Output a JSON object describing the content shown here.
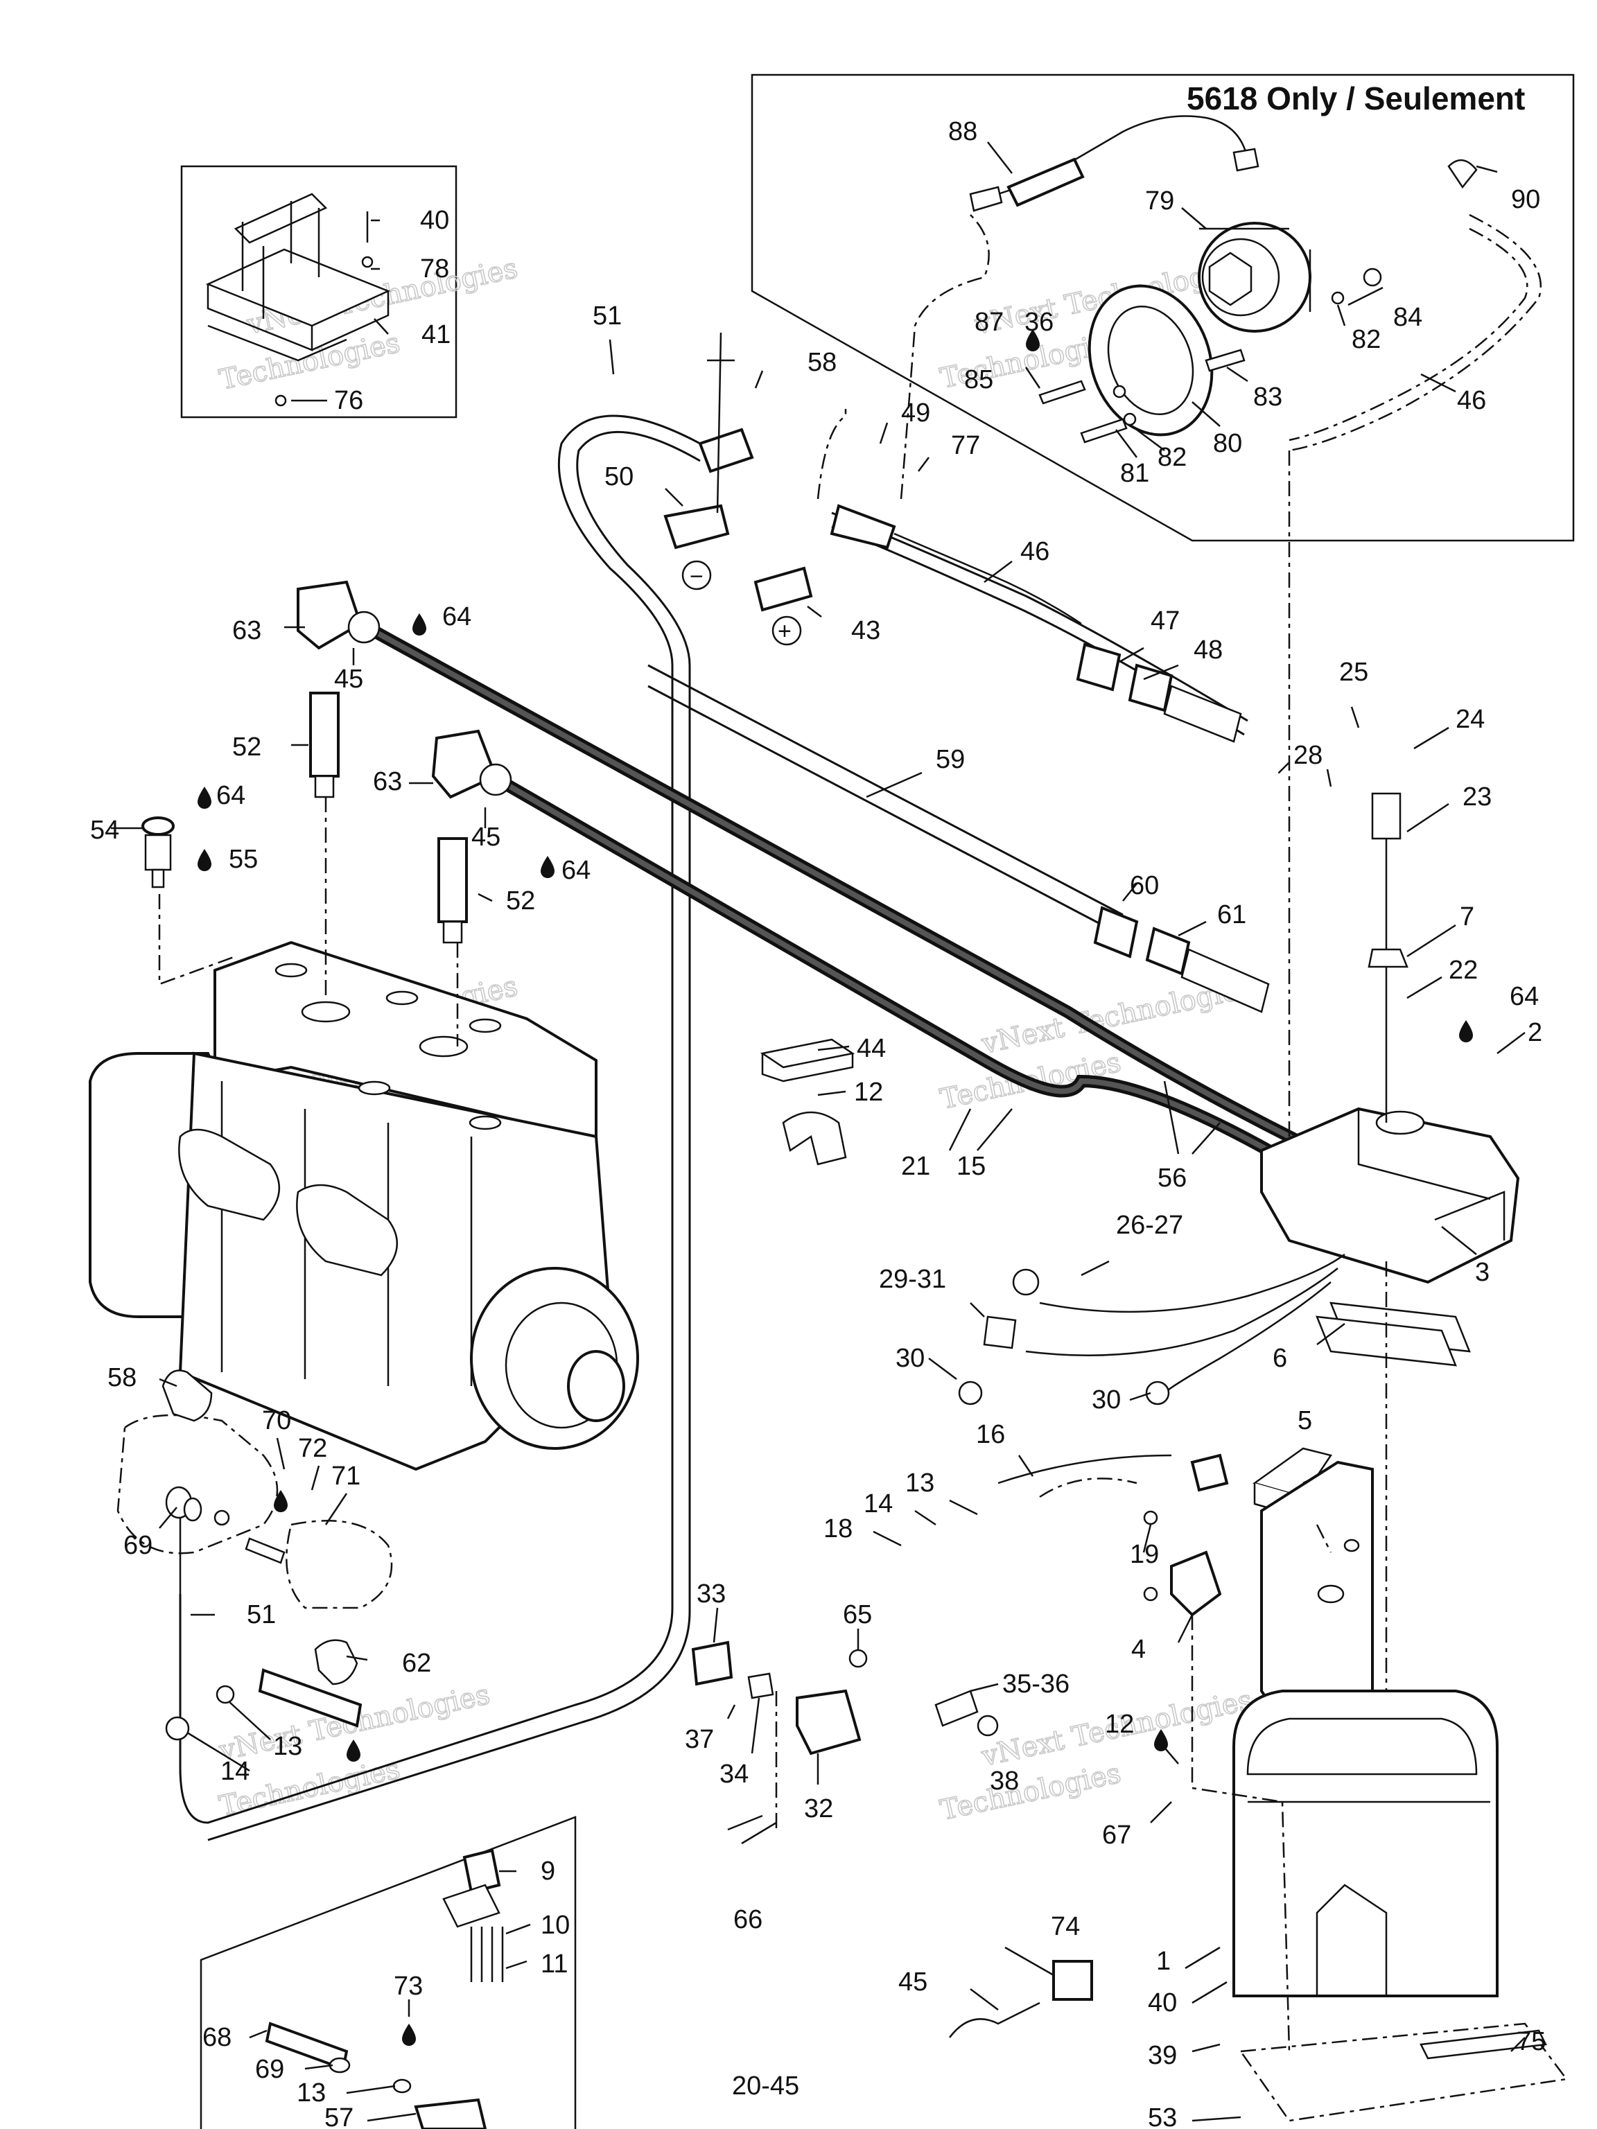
{
  "title": "5618 Only / Seulement",
  "watermark": {
    "line1": "vNext Technologies",
    "line2": "Technologies"
  },
  "callouts": [
    "88",
    "79",
    "90",
    "87",
    "36",
    "85",
    "84",
    "82",
    "83",
    "46",
    "81",
    "82",
    "80",
    "51",
    "58",
    "49",
    "77",
    "50",
    "46",
    "43",
    "40",
    "78",
    "41",
    "76",
    "64",
    "63",
    "45",
    "47",
    "48",
    "25",
    "24",
    "52",
    "64",
    "54",
    "55",
    "59",
    "28",
    "23",
    "63",
    "64",
    "45",
    "52",
    "60",
    "61",
    "7",
    "22",
    "64",
    "2",
    "44",
    "12",
    "21",
    "15",
    "56",
    "3",
    "26-27",
    "29-31",
    "6",
    "30",
    "30",
    "58",
    "70",
    "72",
    "71",
    "69",
    "51",
    "16",
    "13",
    "14",
    "18",
    "5",
    "19",
    "4",
    "62",
    "13",
    "14",
    "33",
    "65",
    "37",
    "34",
    "35-36",
    "12",
    "38",
    "32",
    "67",
    "66",
    "9",
    "10",
    "11",
    "73",
    "68",
    "69",
    "13",
    "57",
    "20-45",
    "74",
    "45",
    "1",
    "40",
    "39",
    "75",
    "53"
  ]
}
